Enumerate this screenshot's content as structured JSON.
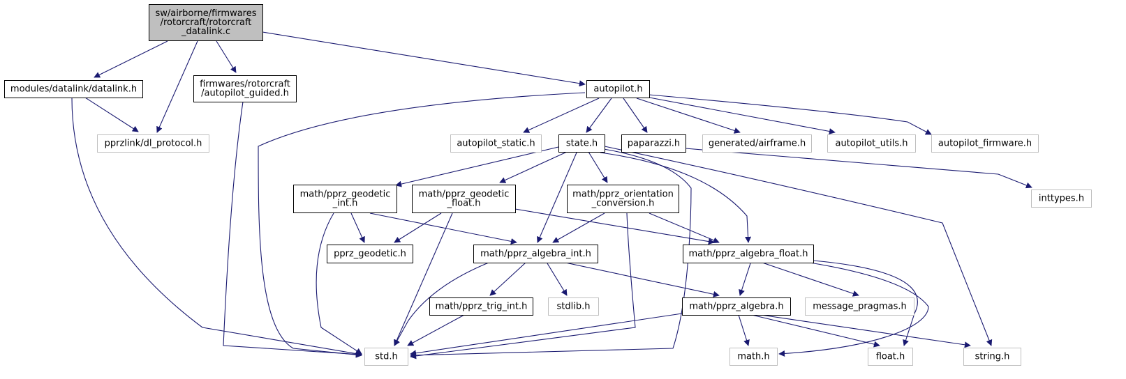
{
  "colors": {
    "edge": "#191970",
    "root_fill": "#bfbfbf",
    "node_fill": "#ffffff",
    "node_border": "#000000",
    "external_border": "#bfbfbf",
    "background": "#ffffff"
  },
  "nodes": [
    {
      "id": "root",
      "lines": [
        "sw/airborne/firmwares",
        "/rotorcraft/rotorcraft",
        "_datalink.c"
      ],
      "kind": "root"
    },
    {
      "id": "datalink_h",
      "lines": [
        "modules/datalink/datalink.h"
      ],
      "kind": "file"
    },
    {
      "id": "dl_protocol_h",
      "lines": [
        "pprzlink/dl_protocol.h"
      ],
      "kind": "external"
    },
    {
      "id": "autopilot_guided_h",
      "lines": [
        "firmwares/rotorcraft",
        "/autopilot_guided.h"
      ],
      "kind": "file"
    },
    {
      "id": "autopilot_h",
      "lines": [
        "autopilot.h"
      ],
      "kind": "file"
    },
    {
      "id": "autopilot_static_h",
      "lines": [
        "autopilot_static.h"
      ],
      "kind": "external"
    },
    {
      "id": "state_h",
      "lines": [
        "state.h"
      ],
      "kind": "file"
    },
    {
      "id": "paparazzi_h",
      "lines": [
        "paparazzi.h"
      ],
      "kind": "file"
    },
    {
      "id": "airframe_h",
      "lines": [
        "generated/airframe.h"
      ],
      "kind": "external"
    },
    {
      "id": "autopilot_utils_h",
      "lines": [
        "autopilot_utils.h"
      ],
      "kind": "external"
    },
    {
      "id": "autopilot_firmware_h",
      "lines": [
        "autopilot_firmware.h"
      ],
      "kind": "external"
    },
    {
      "id": "inttypes_h",
      "lines": [
        "inttypes.h"
      ],
      "kind": "external"
    },
    {
      "id": "geodetic_int_h",
      "lines": [
        "math/pprz_geodetic",
        "_int.h"
      ],
      "kind": "file"
    },
    {
      "id": "geodetic_float_h",
      "lines": [
        "math/pprz_geodetic",
        "_float.h"
      ],
      "kind": "file"
    },
    {
      "id": "orientation_conv_h",
      "lines": [
        "math/pprz_orientation",
        "_conversion.h"
      ],
      "kind": "file"
    },
    {
      "id": "pprz_geodetic_h",
      "lines": [
        "pprz_geodetic.h"
      ],
      "kind": "file"
    },
    {
      "id": "algebra_int_h",
      "lines": [
        "math/pprz_algebra_int.h"
      ],
      "kind": "file"
    },
    {
      "id": "algebra_float_h",
      "lines": [
        "math/pprz_algebra_float.h"
      ],
      "kind": "file"
    },
    {
      "id": "trig_int_h",
      "lines": [
        "math/pprz_trig_int.h"
      ],
      "kind": "file"
    },
    {
      "id": "stdlib_h",
      "lines": [
        "stdlib.h"
      ],
      "kind": "external"
    },
    {
      "id": "algebra_h",
      "lines": [
        "math/pprz_algebra.h"
      ],
      "kind": "file"
    },
    {
      "id": "message_pragmas_h",
      "lines": [
        "message_pragmas.h"
      ],
      "kind": "external"
    },
    {
      "id": "std_h",
      "lines": [
        "std.h"
      ],
      "kind": "external"
    },
    {
      "id": "math_h",
      "lines": [
        "math.h"
      ],
      "kind": "external"
    },
    {
      "id": "float_h",
      "lines": [
        "float.h"
      ],
      "kind": "external"
    },
    {
      "id": "string_h",
      "lines": [
        "string.h"
      ],
      "kind": "external"
    }
  ],
  "edges": [
    {
      "from": "root",
      "to": "datalink_h"
    },
    {
      "from": "root",
      "to": "dl_protocol_h"
    },
    {
      "from": "root",
      "to": "autopilot_guided_h"
    },
    {
      "from": "root",
      "to": "autopilot_h"
    },
    {
      "from": "datalink_h",
      "to": "dl_protocol_h"
    },
    {
      "from": "datalink_h",
      "to": "std_h"
    },
    {
      "from": "autopilot_guided_h",
      "to": "std_h"
    },
    {
      "from": "autopilot_h",
      "to": "std_h"
    },
    {
      "from": "autopilot_h",
      "to": "autopilot_static_h"
    },
    {
      "from": "autopilot_h",
      "to": "state_h"
    },
    {
      "from": "autopilot_h",
      "to": "paparazzi_h"
    },
    {
      "from": "autopilot_h",
      "to": "airframe_h"
    },
    {
      "from": "autopilot_h",
      "to": "autopilot_utils_h"
    },
    {
      "from": "autopilot_h",
      "to": "autopilot_firmware_h"
    },
    {
      "from": "paparazzi_h",
      "to": "inttypes_h"
    },
    {
      "from": "state_h",
      "to": "geodetic_int_h"
    },
    {
      "from": "state_h",
      "to": "geodetic_float_h"
    },
    {
      "from": "state_h",
      "to": "orientation_conv_h"
    },
    {
      "from": "state_h",
      "to": "algebra_int_h"
    },
    {
      "from": "state_h",
      "to": "algebra_float_h"
    },
    {
      "from": "state_h",
      "to": "std_h"
    },
    {
      "from": "state_h",
      "to": "string_h"
    },
    {
      "from": "geodetic_int_h",
      "to": "pprz_geodetic_h"
    },
    {
      "from": "geodetic_int_h",
      "to": "algebra_int_h"
    },
    {
      "from": "geodetic_int_h",
      "to": "std_h"
    },
    {
      "from": "geodetic_float_h",
      "to": "pprz_geodetic_h"
    },
    {
      "from": "geodetic_float_h",
      "to": "algebra_float_h"
    },
    {
      "from": "geodetic_float_h",
      "to": "std_h"
    },
    {
      "from": "orientation_conv_h",
      "to": "algebra_int_h"
    },
    {
      "from": "orientation_conv_h",
      "to": "algebra_float_h"
    },
    {
      "from": "orientation_conv_h",
      "to": "std_h"
    },
    {
      "from": "algebra_int_h",
      "to": "std_h"
    },
    {
      "from": "algebra_int_h",
      "to": "trig_int_h"
    },
    {
      "from": "algebra_int_h",
      "to": "stdlib_h"
    },
    {
      "from": "algebra_int_h",
      "to": "algebra_h"
    },
    {
      "from": "trig_int_h",
      "to": "std_h"
    },
    {
      "from": "algebra_float_h",
      "to": "algebra_h"
    },
    {
      "from": "algebra_float_h",
      "to": "message_pragmas_h"
    },
    {
      "from": "algebra_float_h",
      "to": "math_h"
    },
    {
      "from": "algebra_float_h",
      "to": "float_h"
    },
    {
      "from": "algebra_h",
      "to": "std_h"
    },
    {
      "from": "algebra_h",
      "to": "math_h"
    },
    {
      "from": "algebra_h",
      "to": "float_h"
    },
    {
      "from": "algebra_h",
      "to": "string_h"
    }
  ]
}
